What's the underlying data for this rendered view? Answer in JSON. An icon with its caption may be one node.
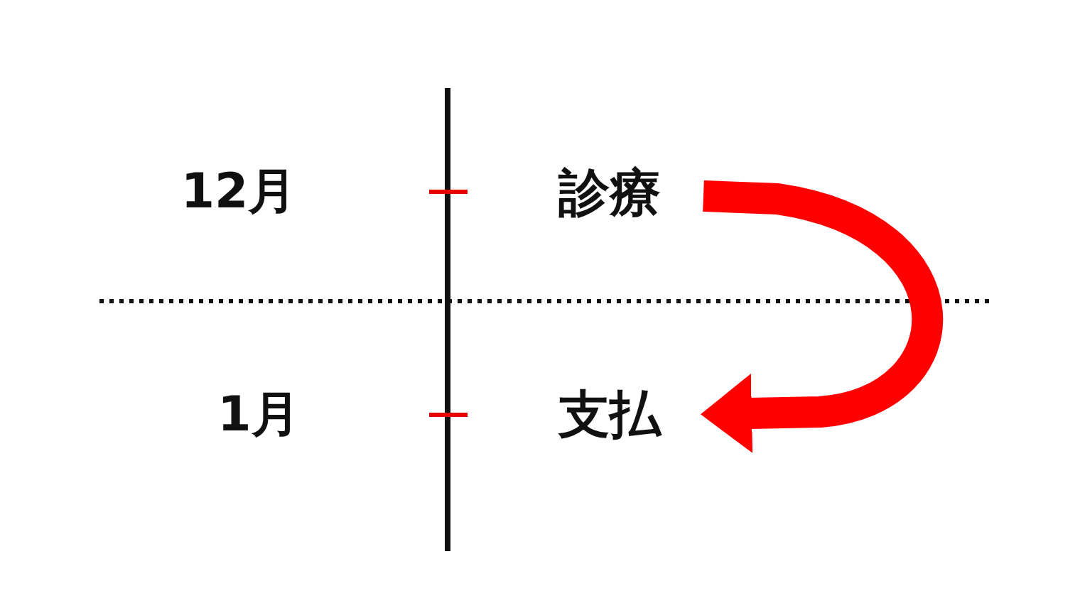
{
  "diagram": {
    "nodes": [
      {
        "text": [
          "診療"
        ]
      },
      {
        "text": [
          "支払"
        ]
      }
    ],
    "edges": [
      {
        "from": 0,
        "to": 1,
        "arrow": "to",
        "color": "#ff0000"
      }
    ],
    "labels": [
      "12月",
      "1月"
    ]
  }
}
